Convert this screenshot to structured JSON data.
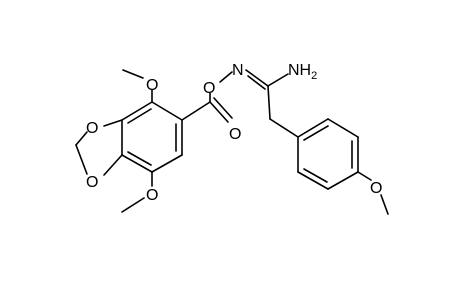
{
  "molecule": {
    "atom_labels": {
      "o_methoxy_top": "O",
      "o_ester_single": "O",
      "n_oxime": "N",
      "nh2_N": "NH",
      "nh2_sub": "2",
      "o_dioxole_top": "O",
      "o_dioxole_bottom": "O",
      "o_carbonyl": "O",
      "o_methoxy_bottom": "O",
      "o_methoxy_right": "O"
    }
  }
}
